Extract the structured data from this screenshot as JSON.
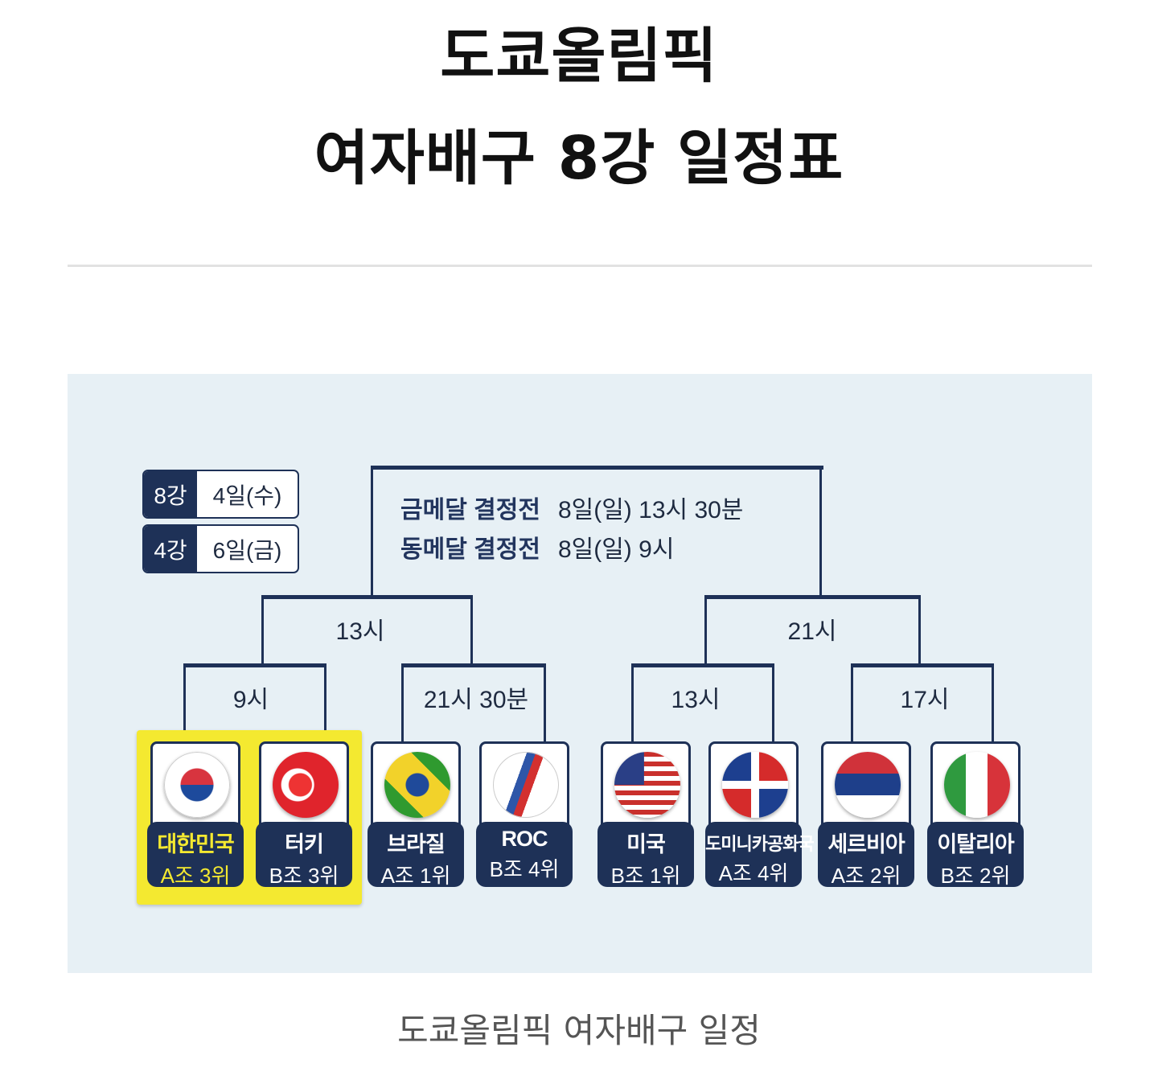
{
  "title": {
    "line1": "도쿄올림픽",
    "line2": "여자배구 8강 일정표"
  },
  "legend": [
    {
      "round": "8강",
      "date": "4일(수)"
    },
    {
      "round": "4강",
      "date": "6일(금)"
    }
  ],
  "finals": [
    {
      "label": "금메달 결정전",
      "time": "8일(일) 13시 30분"
    },
    {
      "label": "동메달 결정전",
      "time": "8일(일) 9시"
    }
  ],
  "semis": {
    "left_time": "13시",
    "right_time": "21시"
  },
  "quarters": [
    "9시",
    "21시 30분",
    "13시",
    "17시"
  ],
  "teams": [
    {
      "name": "대한민국",
      "rank": "A조 3위",
      "flag": "korea-flag-icon",
      "highlight": true
    },
    {
      "name": "터키",
      "rank": "B조 3위",
      "flag": "turkey-flag-icon"
    },
    {
      "name": "브라질",
      "rank": "A조 1위",
      "flag": "brazil-flag-icon"
    },
    {
      "name": "ROC",
      "rank": "B조 4위",
      "flag": "roc-emblem-icon"
    },
    {
      "name": "미국",
      "rank": "B조 1위",
      "flag": "usa-flag-icon"
    },
    {
      "name": "도미니카공화국",
      "rank": "A조 4위",
      "flag": "dominican-flag-icon"
    },
    {
      "name": "세르비아",
      "rank": "A조 2위",
      "flag": "serbia-flag-icon"
    },
    {
      "name": "이탈리아",
      "rank": "B조 2위",
      "flag": "italy-flag-icon"
    }
  ],
  "caption": "도쿄올림픽 여자배구 일정",
  "colors": {
    "navy": "#1e3157",
    "highlight": "#f4e930",
    "panel": "#e7f0f5"
  }
}
